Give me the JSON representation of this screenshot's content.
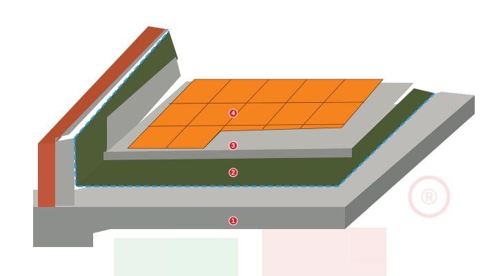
{
  "diagram": {
    "labels": [
      "1",
      "2",
      "3",
      "4"
    ],
    "logo": "®",
    "colors": {
      "tile": "#f5841f",
      "membrane": "#4b5a33",
      "concrete": "#a9a9a5",
      "brick": "#b5502e",
      "waterproof_line": "#2a9ee0",
      "marker": "#e3202a"
    }
  }
}
